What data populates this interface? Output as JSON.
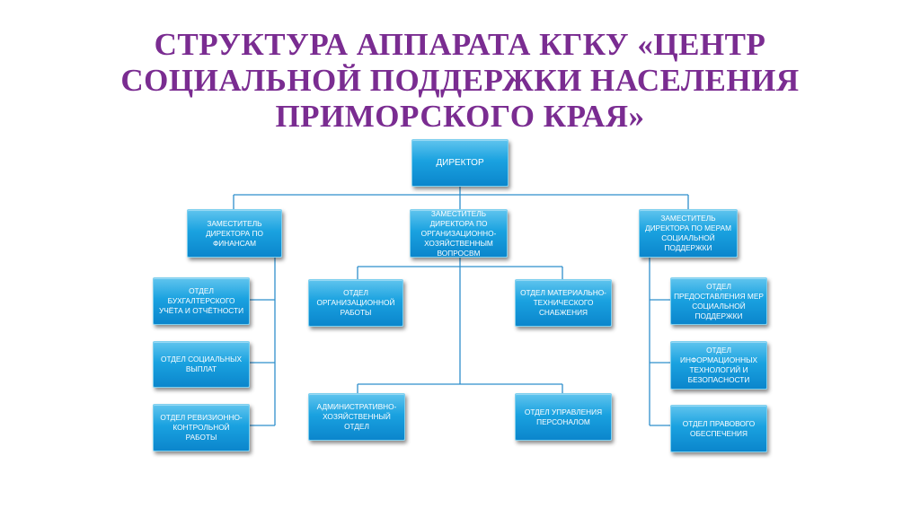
{
  "colors": {
    "title": "#7a2c91",
    "box_top": "#5fc4ee",
    "box_bottom": "#0b86cc",
    "connector": "#2f8fcc"
  },
  "title_lines": [
    "СТРУКТУРА АППАРАТА КГКУ «ЦЕНТР",
    "СОЦИАЛЬНОЙ ПОДДЕРЖКИ НАСЕЛЕНИЯ",
    "ПРИМОРСКОГО КРАЯ»"
  ],
  "org": {
    "director": "ДИРЕКТОР",
    "deputies": [
      "ЗАМЕСТИТЕЛЬ ДИРЕКТОРА ПО ФИНАНСАМ",
      "ЗАМЕСТИТЕЛЬ ДИРЕКТОРА ПО ОРГАНИЗАЦИОННО-ХОЗЯЙСТВЕННЫМ ВОПРОСВМ",
      "ЗАМЕСТИТЕЛЬ ДИРЕКТОРА ПО МЕРАМ СОЦИАЛЬНОЙ ПОДДЕРЖКИ"
    ],
    "finance_depts": [
      "ОТДЕЛ БУХГАЛТЕРСКОГО УЧЁТА И ОТЧЁТНОСТИ",
      "ОТДЕЛ СОЦИАЛЬНЫХ ВЫПЛАТ",
      "ОТДЕЛ РЕВИЗИОННО-КОНТРОЛЬНОЙ РАБОТЫ"
    ],
    "admin_depts": [
      "ОТДЕЛ ОРГАНИЗАЦИОННОЙ РАБОТЫ",
      "ОТДЕЛ МАТЕРИАЛЬНО-ТЕХНИЧЕСКОГО СНАБЖЕНИЯ",
      "АДМИНИСТРАТИВНО-ХОЗЯЙСТВЕННЫЙ ОТДЕЛ",
      "ОТДЕЛ УПРАВЛЕНИЯ ПЕРСОНАЛОМ"
    ],
    "social_depts": [
      "ОТДЕЛ ПРЕДОСТАВЛЕНИЯ МЕР СОЦИАЛЬНОЙ ПОДДЕРЖКИ",
      "ОТДЕЛ ИНФОРМАЦИОННЫХ ТЕХНОЛОГИЙ И БЕЗОПАСНОСТИ",
      "ОТДЕЛ ПРАВОВОГО ОБЕСПЕЧЕНИЯ"
    ]
  }
}
